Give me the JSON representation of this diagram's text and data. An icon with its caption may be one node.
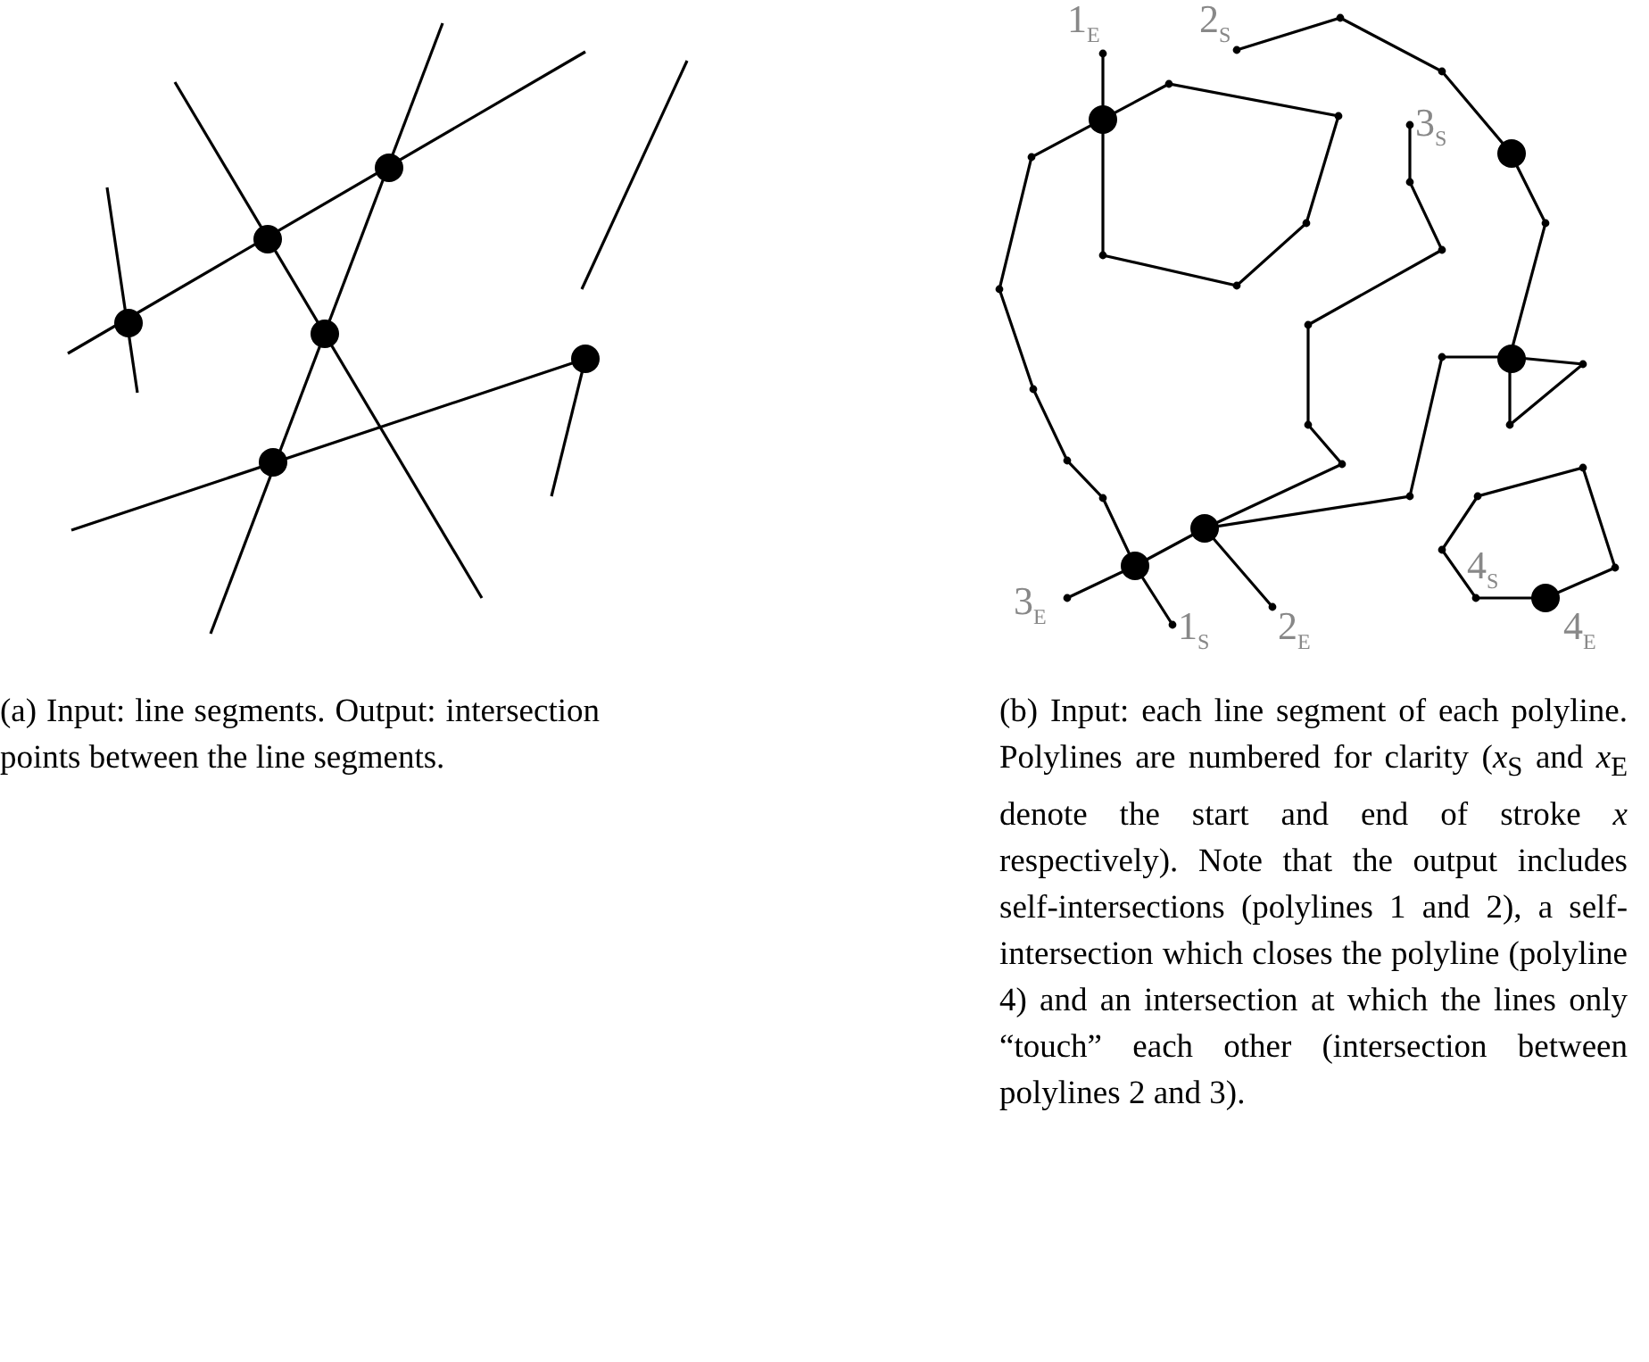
{
  "diagram": {
    "labels": [
      "1$_{E}$",
      "2$_{S}$",
      "3$_{S}$",
      "4$_{S}$",
      "3$_{E}$",
      "1$_{S}$",
      "2$_{E}$",
      "4$_{E}$",
      "(a) Input: line segments. Output: intersection points between the line segments.",
      "(b) Input: each line segment of each polyline. Polylines are numbered for clarity (*x*$_{S}$ and *x*$_{E}$ denote the start and end of stroke *x* respectively). Note that the output includes self-intersections (polylines 1 and 2), a self-intersection which closes the polyline (polyline 4) and an intersection at which the lines only “touch” each other (intersection between polylines 2 and 3)."
    ]
  }
}
